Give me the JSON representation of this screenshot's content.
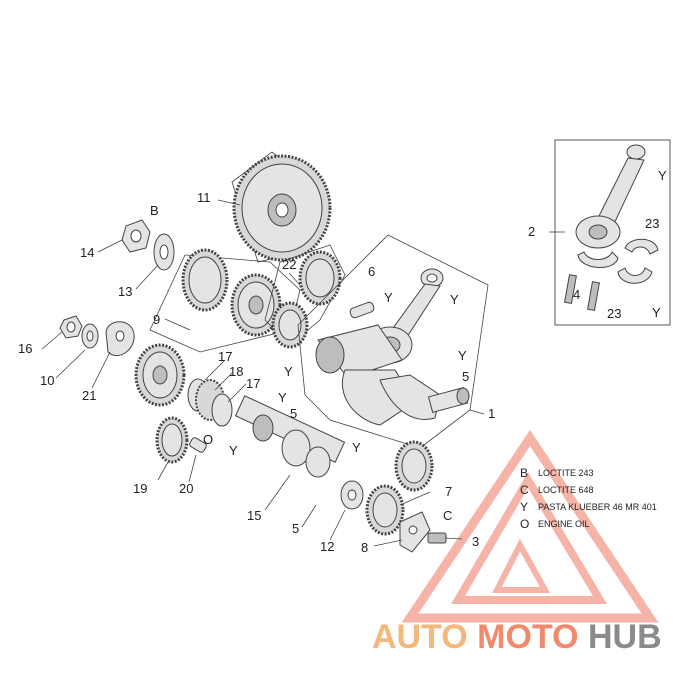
{
  "diagram": {
    "callouts": {
      "c1": "1",
      "c2": "2",
      "c3": "3",
      "c4": "4",
      "c5a": "5",
      "c5b": "5",
      "c5c": "5",
      "c6": "6",
      "c7": "7",
      "c8": "8",
      "c9": "9",
      "c10": "10",
      "c11": "11",
      "c12": "12",
      "c13": "13",
      "c14": "14",
      "c15": "15",
      "c16": "16",
      "c17a": "17",
      "c17b": "17",
      "c18": "18",
      "c19": "19",
      "c20": "20",
      "c21": "21",
      "c22": "22",
      "c23a": "23",
      "c23b": "23"
    },
    "markers": {
      "B": "B",
      "C": "C",
      "Y": "Y",
      "O": "O"
    },
    "legend": [
      {
        "key": "B",
        "text": "LOCTITE 243"
      },
      {
        "key": "C",
        "text": "LOCTITE 648"
      },
      {
        "key": "Y",
        "text": "PASTA KLUEBER 46 MR 401"
      },
      {
        "key": "O",
        "text": "ENGINE OIL"
      }
    ]
  },
  "watermark": {
    "part1": "AUTO",
    "part2": "MOTO",
    "part3": "HUB",
    "color_auto": "#f5b77a",
    "color_moto": "#f08a6a",
    "color_hub": "#8a8a8a",
    "triangle_color": "#f39a8a"
  }
}
